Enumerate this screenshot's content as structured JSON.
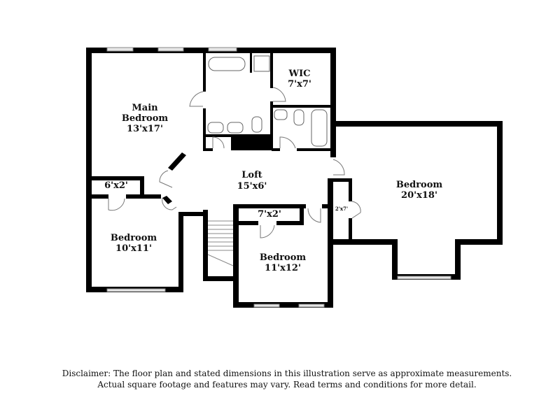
{
  "rooms": {
    "main_bedroom": {
      "name_line1": "Main",
      "name_line2": "Bedroom",
      "size": "13'x17'"
    },
    "wic": {
      "name": "WIC",
      "size": "7'x7'"
    },
    "loft": {
      "name": "Loft",
      "size": "15'x6'"
    },
    "bedroom_large": {
      "name": "Bedroom",
      "size": "20'x18'"
    },
    "closet_6x2": {
      "size": "6'x2'"
    },
    "bedroom_left": {
      "name": "Bedroom",
      "size": "10'x11'"
    },
    "closet_7x2": {
      "size": "7'x2'"
    },
    "bedroom_middle": {
      "name": "Bedroom",
      "size": "11'x12'"
    },
    "closet_2x7": {
      "size": "2'x7'"
    }
  },
  "disclaimer": {
    "line1": "Disclaimer: The floor plan and stated dimensions in this illustration serve as approximate measurements.",
    "line2": "Actual square footage and features may vary. Read terms and conditions for more detail."
  },
  "colors": {
    "wall": "#000000",
    "window": "#e6e6e6",
    "background": "#ffffff"
  }
}
